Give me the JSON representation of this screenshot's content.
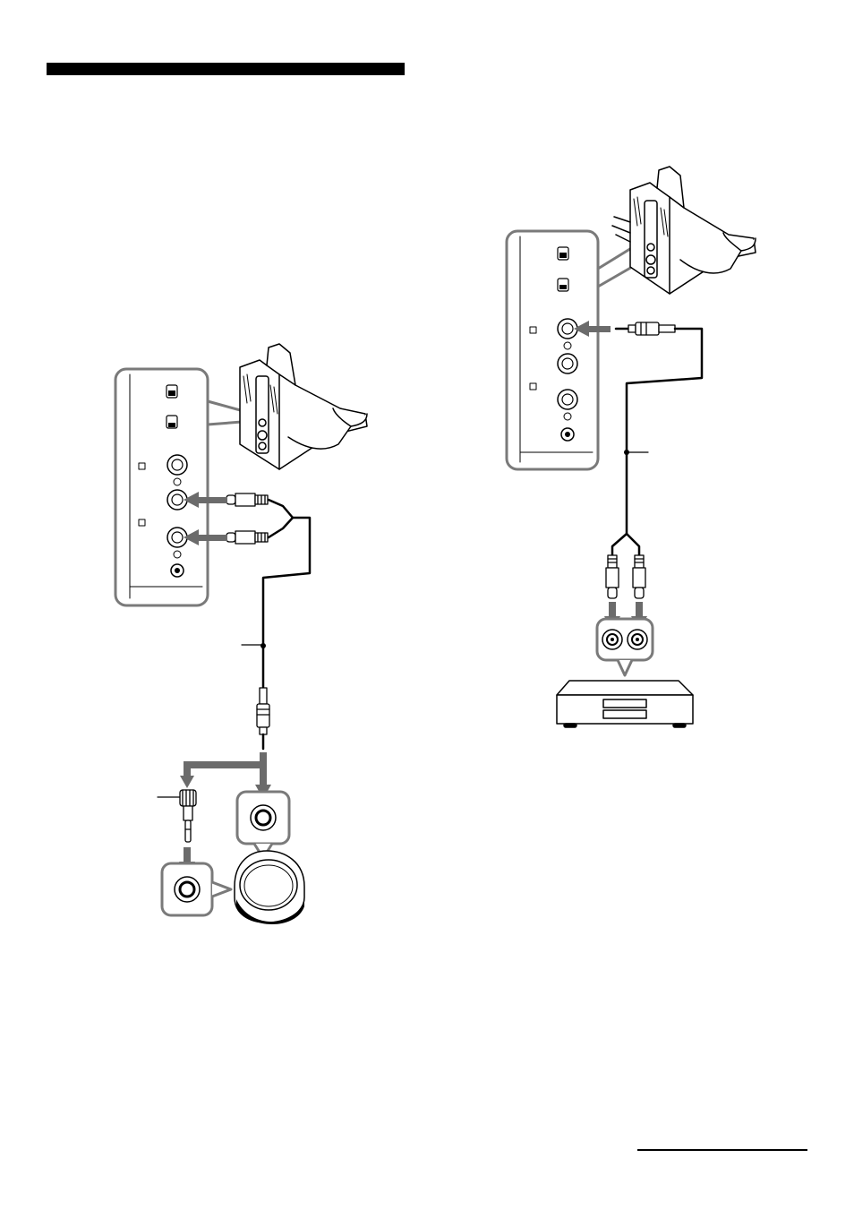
{
  "page": {
    "background": "#ffffff"
  },
  "colors": {
    "line": "#000000",
    "arrow": "#6b6b6b",
    "callout_border": "#7a7a7a",
    "device_fill": "#ffffff"
  },
  "diagram_left": {
    "parts": [
      "speaker-unit-icon",
      "jack-panel-callout",
      "stereo-rca-plugs",
      "y-split-cable",
      "stereo-mini-plug",
      "plug-adaptor-icon",
      "headphone-unit-icon"
    ]
  },
  "diagram_right": {
    "parts": [
      "speaker-unit-icon",
      "jack-panel-callout",
      "stereo-mini-plug",
      "y-split-cable",
      "rca-plugs",
      "audio-component-icon"
    ]
  }
}
